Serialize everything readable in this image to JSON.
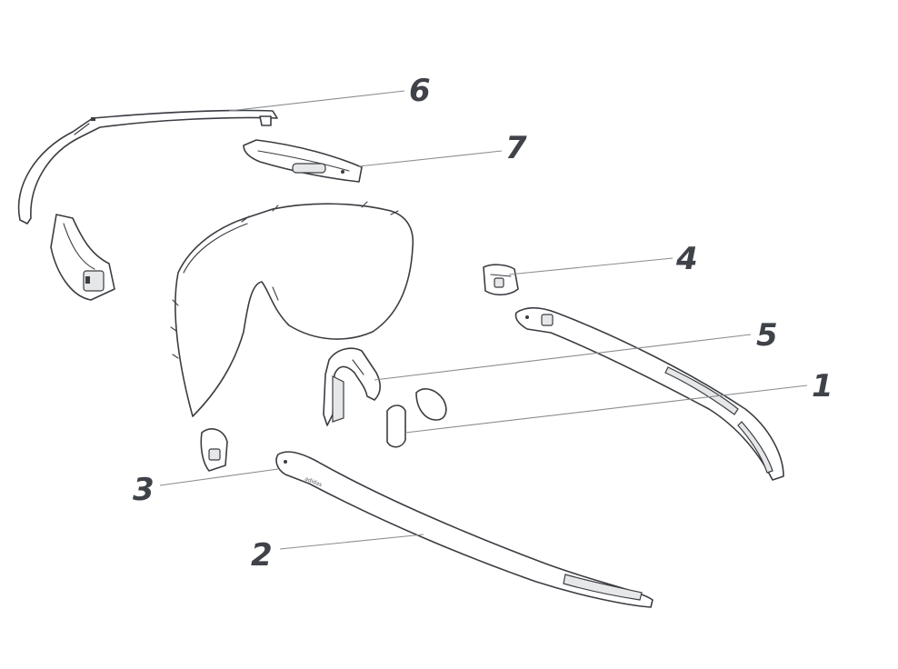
{
  "callouts": [
    {
      "id": "1",
      "label": "1"
    },
    {
      "id": "2",
      "label": "2"
    },
    {
      "id": "3",
      "label": "3"
    },
    {
      "id": "4",
      "label": "4"
    },
    {
      "id": "5",
      "label": "5"
    },
    {
      "id": "6",
      "label": "6"
    },
    {
      "id": "7",
      "label": "7"
    }
  ],
  "colors": {
    "outline": "#3a3d42",
    "leader": "#8a8d90",
    "label": "#3f4349",
    "background": "#ffffff"
  }
}
